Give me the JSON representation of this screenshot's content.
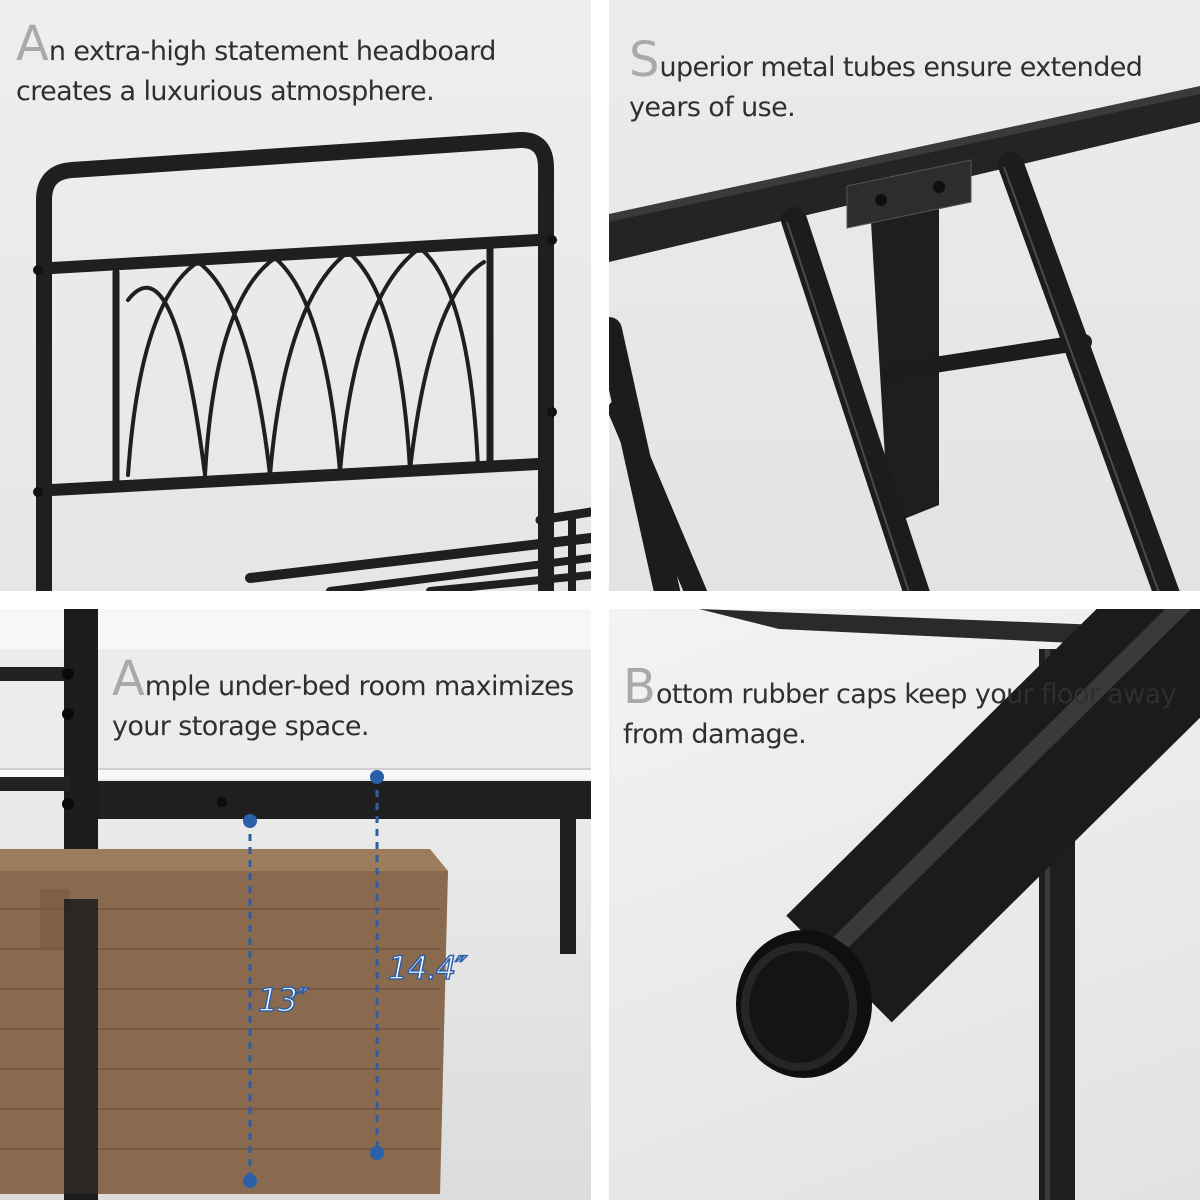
{
  "panels": [
    {
      "drop_cap": "A",
      "text": "n extra-high statement headboard creates a luxurious atmosphere."
    },
    {
      "drop_cap": "S",
      "text": "uperior metal tubes ensure extended years of use."
    },
    {
      "drop_cap": "A",
      "text": "mple under-bed room maximizes your storage space.",
      "measurements": [
        "13″",
        "14.4″"
      ]
    },
    {
      "drop_cap": "B",
      "text": "ottom rubber caps keep your floor away from damage."
    }
  ],
  "colors": {
    "metal": "#1f1f1f",
    "caption_text": "#2f2f2f",
    "drop_cap": "#a9a9a9",
    "measure_line": "#2b5fa8",
    "basket": "#8a6a4e"
  },
  "icons": [
    "measurement-marker-icon"
  ]
}
